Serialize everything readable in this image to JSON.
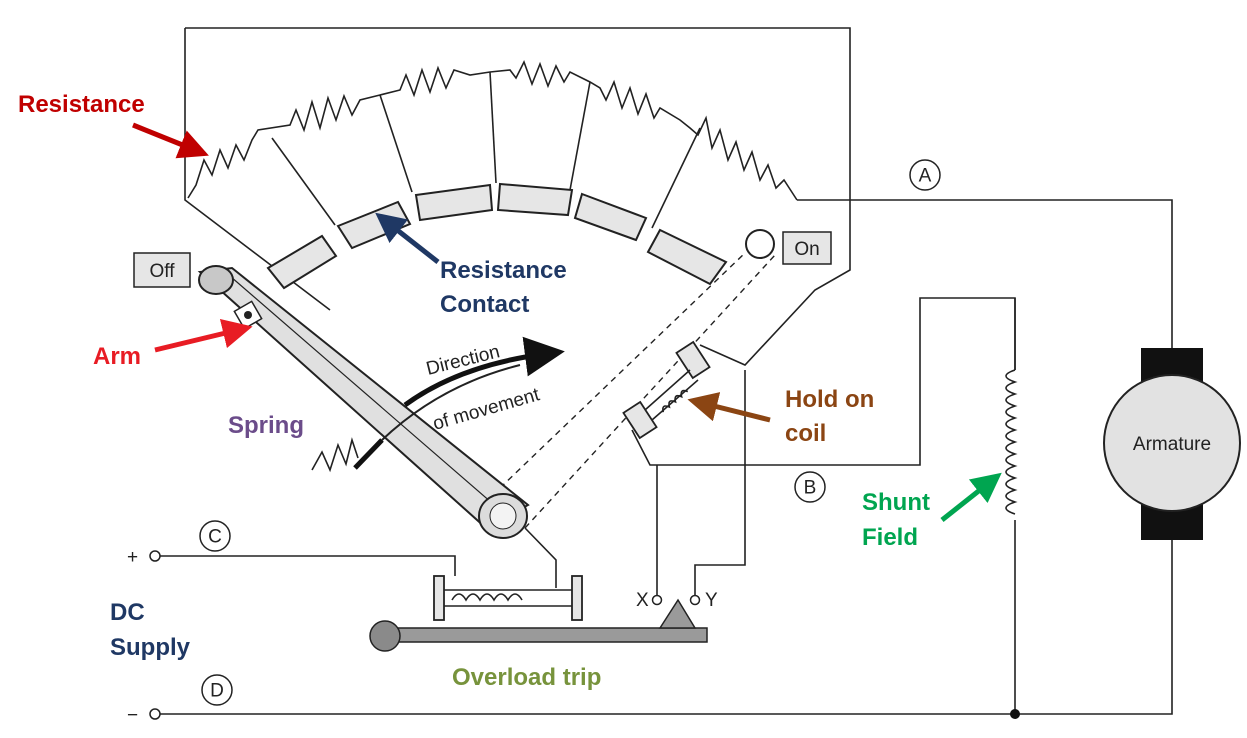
{
  "annotations": {
    "resistance": "Resistance",
    "resistance_contact_line1": "Resistance",
    "resistance_contact_line2": "Contact",
    "arm": "Arm",
    "spring": "Spring",
    "hold_on_coil_line1": "Hold on",
    "hold_on_coil_line2": "coil",
    "shunt_field_line1": "Shunt",
    "shunt_field_line2": "Field",
    "dc_supply_line1": "DC",
    "dc_supply_line2": "Supply",
    "overload_trip": "Overload trip"
  },
  "labels": {
    "off": "Off",
    "on": "On",
    "armature": "Armature",
    "direction_line1": "Direction",
    "direction_line2": "of movement",
    "terminal_a": "A",
    "terminal_b": "B",
    "terminal_c": "C",
    "terminal_d": "D",
    "terminal_x": "X",
    "terminal_y": "Y",
    "plus": "+",
    "minus": "−"
  },
  "colors": {
    "resistance": "#c00000",
    "resistance_contact": "#1f3864",
    "arm": "#e81c24",
    "spring": "#6b4c8a",
    "hold_on_coil": "#8b4513",
    "shunt_field": "#00a550",
    "dc_supply": "#1f3864",
    "overload_trip": "#77933c"
  }
}
